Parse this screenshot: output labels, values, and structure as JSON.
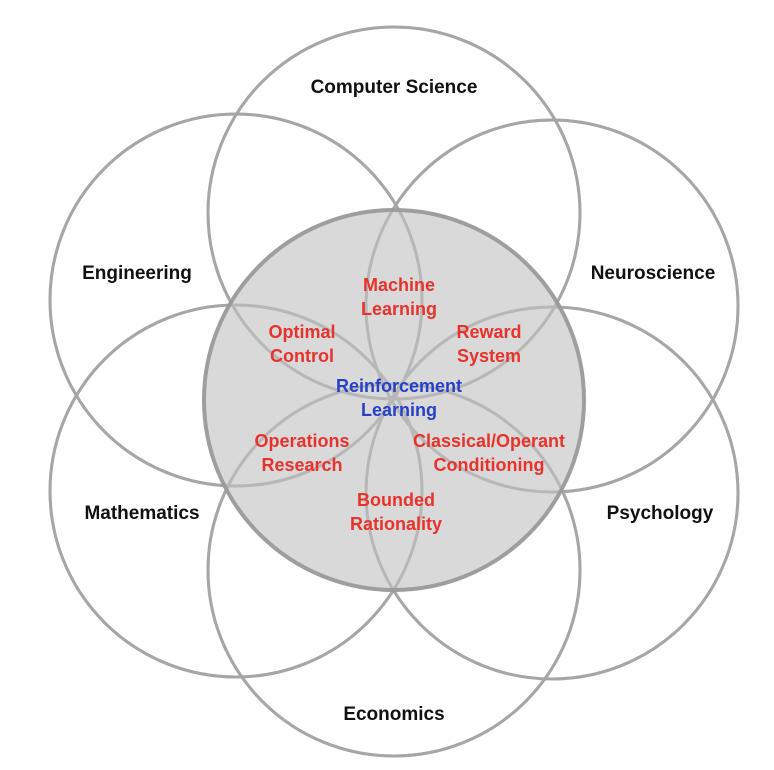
{
  "colors": {
    "outer_ring_stroke": "#a6a6a6",
    "center_fill": "#d3d3d3",
    "center_stroke": "#8e8e8e",
    "field_text": "#111111",
    "topic_text": "#e8322b",
    "center_text": "#2740c8",
    "background": "#ffffff"
  },
  "fields": {
    "computer_science": "Computer Science",
    "engineering": "Engineering",
    "neuroscience": "Neuroscience",
    "mathematics": "Mathematics",
    "psychology": "Psychology",
    "economics": "Economics"
  },
  "topics": {
    "machine_learning": [
      "Machine",
      "Learning"
    ],
    "optimal_control": [
      "Optimal",
      "Control"
    ],
    "reward_system": [
      "Reward",
      "System"
    ],
    "operations_research": [
      "Operations",
      "Research"
    ],
    "classical_operant": [
      "Classical/Operant",
      "Conditioning"
    ],
    "bounded_rationality": [
      "Bounded",
      "Rationality"
    ]
  },
  "center": [
    "Reinforcement",
    "Learning"
  ]
}
